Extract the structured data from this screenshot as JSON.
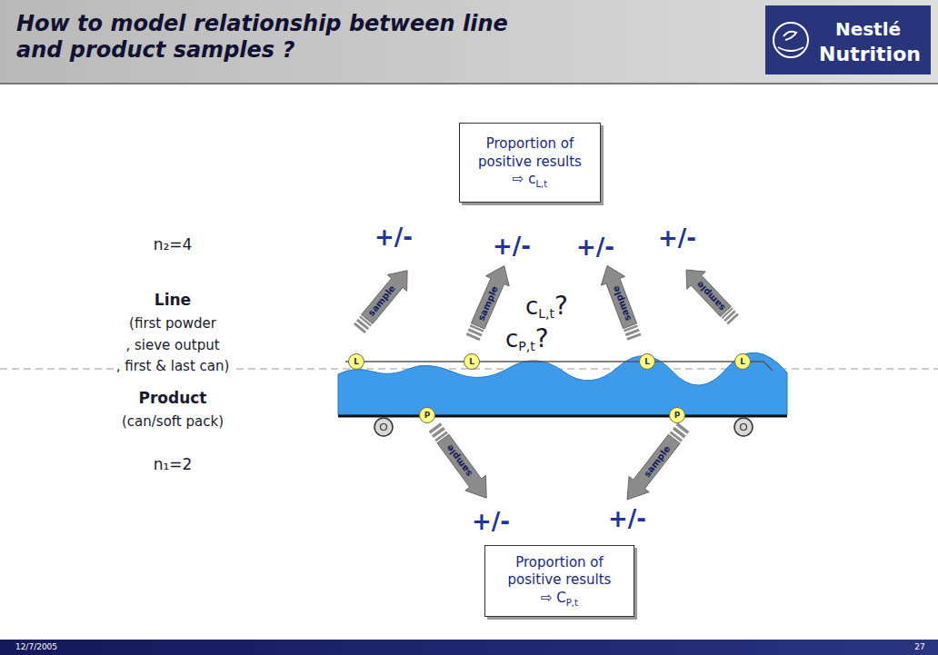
{
  "diagram": {
    "title": "How to model relationship between line and product samples ?",
    "nodes": [
      {
        "text": [
          "Proportion of positive results",
          "⇨ c",
          "L,t"
        ]
      },
      {
        "text": [
          "L"
        ]
      },
      {
        "text": [
          "L"
        ]
      },
      {
        "text": [
          "L"
        ]
      },
      {
        "text": [
          "L"
        ]
      },
      {
        "text": [
          "P"
        ]
      },
      {
        "text": [
          "P"
        ]
      },
      {
        "text": [
          "Proportion of positive results",
          "⇨ C",
          "P,t"
        ]
      }
    ],
    "labels": [
      "Nestlé",
      "Nutrition",
      "n₂=4",
      "Line",
      "(first powder",
      ", sieve output",
      ", first & last can)",
      "Product",
      "(can/soft pack)",
      "n₁=2",
      "+/-",
      "+/-",
      "+/-",
      "+/-",
      "sample",
      "sample",
      "sample",
      "sample",
      "c",
      "L,t",
      "?",
      "c",
      "P,t",
      "?",
      "sample",
      "sample",
      "+/-",
      "+/-",
      "12/7/2005",
      "27"
    ]
  }
}
